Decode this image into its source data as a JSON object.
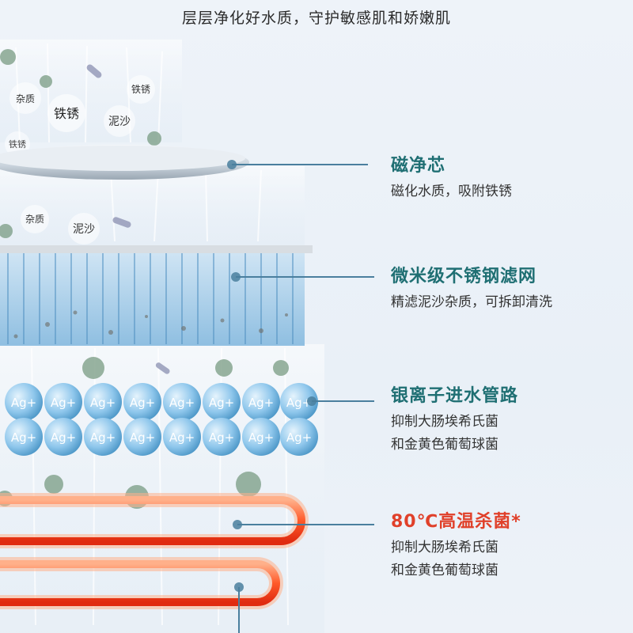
{
  "headline": "层层净化好水质，守护敏感肌和娇嫩肌",
  "art": {
    "impurity_labels": [
      "杂质",
      "铁锈",
      "铁锈",
      "泥沙",
      "铁锈",
      "杂质",
      "泥沙"
    ],
    "ion_label": "Ag+"
  },
  "features": [
    {
      "title": "磁净芯",
      "desc": [
        "磁化水质，吸附铁锈"
      ]
    },
    {
      "title": "微米级不锈钢滤网",
      "desc": [
        "精滤泥沙杂质，可拆卸清洗"
      ]
    },
    {
      "title": "银离子进水管路",
      "desc": [
        "抑制大肠埃希氏菌",
        "和金黄色葡萄球菌"
      ]
    },
    {
      "title": "80℃高温杀菌*",
      "desc": [
        "抑制大肠埃希氏菌",
        "和金黄色葡萄球菌"
      ]
    }
  ],
  "colors": {
    "title_teal": "#1f6f73",
    "title_hot": "#e0402a",
    "connector": "#4a7f9e",
    "ion_blue": "#8fc7ec",
    "heater_red": "#ff5a2a"
  }
}
